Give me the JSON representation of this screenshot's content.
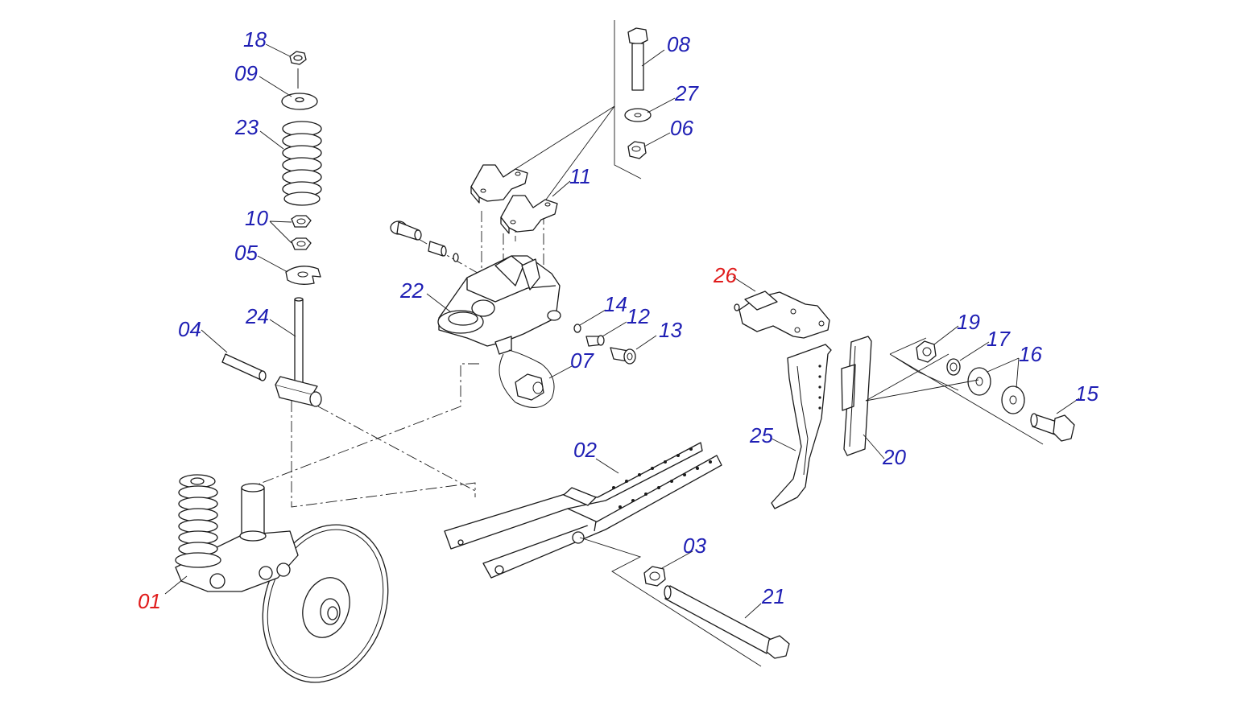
{
  "colors": {
    "callout_default": "#1f1fb4",
    "callout_highlight": "#e01b1b",
    "line": "#1a1a1a",
    "background": "#ffffff"
  },
  "callouts": [
    {
      "id": "c18",
      "text": "18",
      "highlight": false
    },
    {
      "id": "c09",
      "text": "09",
      "highlight": false
    },
    {
      "id": "c23",
      "text": "23",
      "highlight": false
    },
    {
      "id": "c10",
      "text": "10",
      "highlight": false
    },
    {
      "id": "c05",
      "text": "05",
      "highlight": false
    },
    {
      "id": "c04",
      "text": "04",
      "highlight": false
    },
    {
      "id": "c24",
      "text": "24",
      "highlight": false
    },
    {
      "id": "c01",
      "text": "01",
      "highlight": true
    },
    {
      "id": "c08",
      "text": "08",
      "highlight": false
    },
    {
      "id": "c27",
      "text": "27",
      "highlight": false
    },
    {
      "id": "c06",
      "text": "06",
      "highlight": false
    },
    {
      "id": "c11",
      "text": "11",
      "highlight": false
    },
    {
      "id": "c22",
      "text": "22",
      "highlight": false
    },
    {
      "id": "c14",
      "text": "14",
      "highlight": false
    },
    {
      "id": "c12",
      "text": "12",
      "highlight": false
    },
    {
      "id": "c13",
      "text": "13",
      "highlight": false
    },
    {
      "id": "c07",
      "text": "07",
      "highlight": false
    },
    {
      "id": "c02",
      "text": "02",
      "highlight": false
    },
    {
      "id": "c03",
      "text": "03",
      "highlight": false
    },
    {
      "id": "c21",
      "text": "21",
      "highlight": false
    },
    {
      "id": "c26",
      "text": "26",
      "highlight": true
    },
    {
      "id": "c25",
      "text": "25",
      "highlight": false
    },
    {
      "id": "c20",
      "text": "20",
      "highlight": false
    },
    {
      "id": "c19",
      "text": "19",
      "highlight": false
    },
    {
      "id": "c17",
      "text": "17",
      "highlight": false
    },
    {
      "id": "c16",
      "text": "16",
      "highlight": false
    },
    {
      "id": "c15",
      "text": "15",
      "highlight": false
    }
  ]
}
